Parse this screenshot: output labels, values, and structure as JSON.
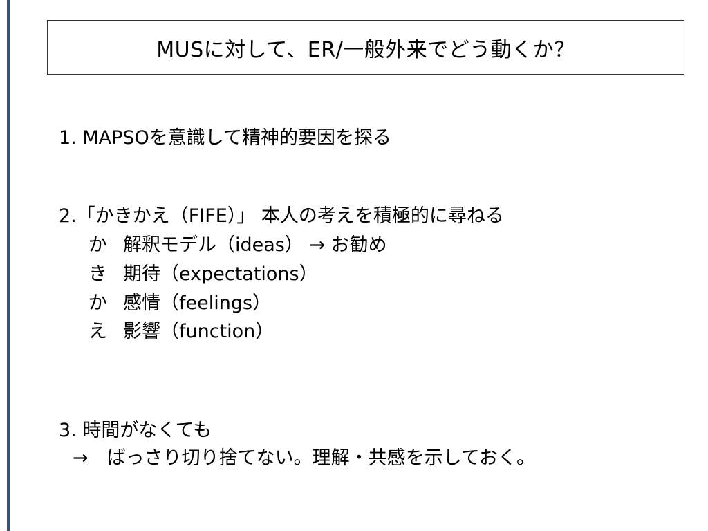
{
  "title": "MUSに対して、ER/一般外来でどう動くか？",
  "items": [
    {
      "text": "1. MAPSOを意識して精神的要因を探る"
    },
    {
      "text": "2.「かきかえ（FIFE）」 本人の考えを積極的に尋ねる",
      "sub": [
        {
          "kana": "か",
          "text": "解釈モデル（ideas） → お勧め"
        },
        {
          "kana": "き",
          "text": "期待（expectations）"
        },
        {
          "kana": "か",
          "text": "感情（feelings）"
        },
        {
          "kana": "え",
          "text": "影響（function）"
        }
      ]
    },
    {
      "text": "3. 時間がなくても",
      "followup": "→　ばっさり切り捨てない。理解・共感を示しておく。"
    }
  ]
}
